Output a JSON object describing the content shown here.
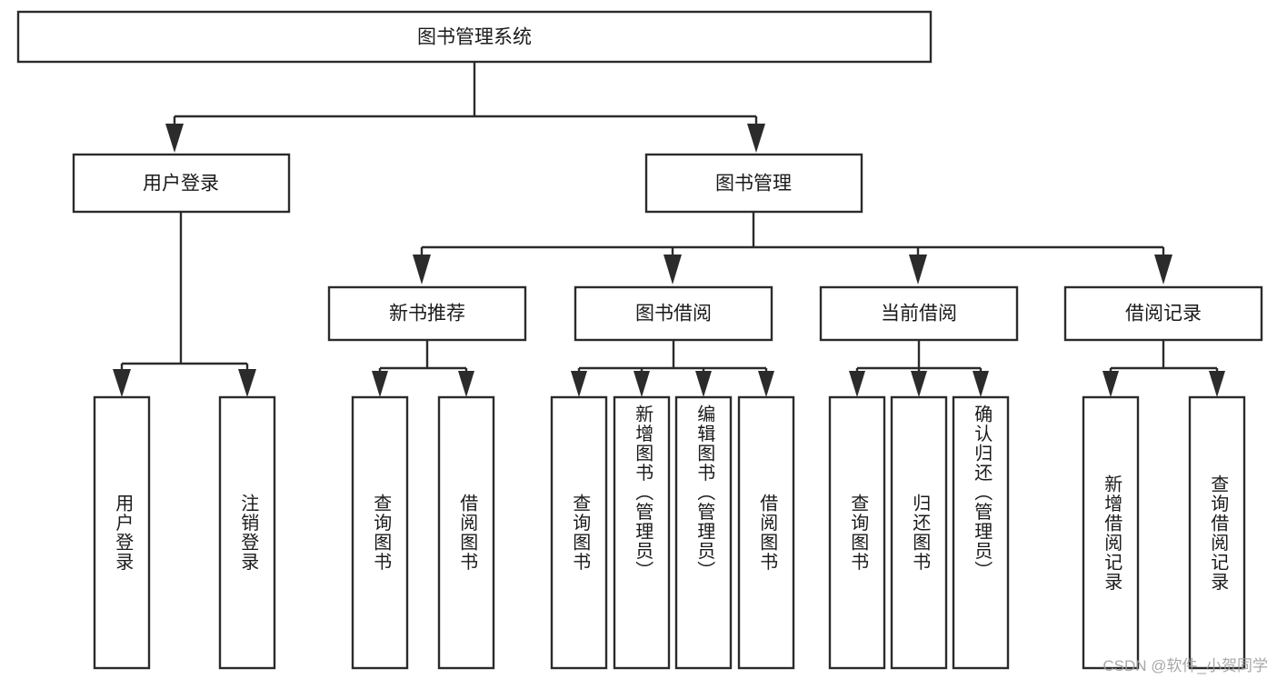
{
  "diagram": {
    "type": "tree-hierarchy",
    "title": "图书管理系统",
    "watermark": "CSDN @软件_小贺同学",
    "colors": {
      "stroke": "#2b2b2b",
      "fill": "#ffffff",
      "text": "#1a1a1a",
      "watermark": "#9a9a9a"
    },
    "root": {
      "label": "图书管理系统",
      "level": 1
    },
    "level2": [
      {
        "label": "用户登录"
      },
      {
        "label": "图书管理"
      }
    ],
    "level3": [
      {
        "label": "新书推荐"
      },
      {
        "label": "图书借阅"
      },
      {
        "label": "当前借阅"
      },
      {
        "label": "借阅记录"
      }
    ],
    "leaves": {
      "user_login": [
        {
          "label": "用户登录"
        },
        {
          "label": "注销登录"
        }
      ],
      "new_book_recommend": [
        {
          "label": "查询图书"
        },
        {
          "label": "借阅图书"
        }
      ],
      "book_borrow": [
        {
          "label": "查询图书"
        },
        {
          "label": "新增图书（管理员）"
        },
        {
          "label": "编辑图书（管理员）"
        },
        {
          "label": "借阅图书"
        }
      ],
      "current_borrow": [
        {
          "label": "查询图书"
        },
        {
          "label": "归还图书"
        },
        {
          "label": "确认归还（管理员）"
        }
      ],
      "borrow_record": [
        {
          "label": "新增借阅记录"
        },
        {
          "label": "查询借阅记录"
        }
      ]
    }
  }
}
